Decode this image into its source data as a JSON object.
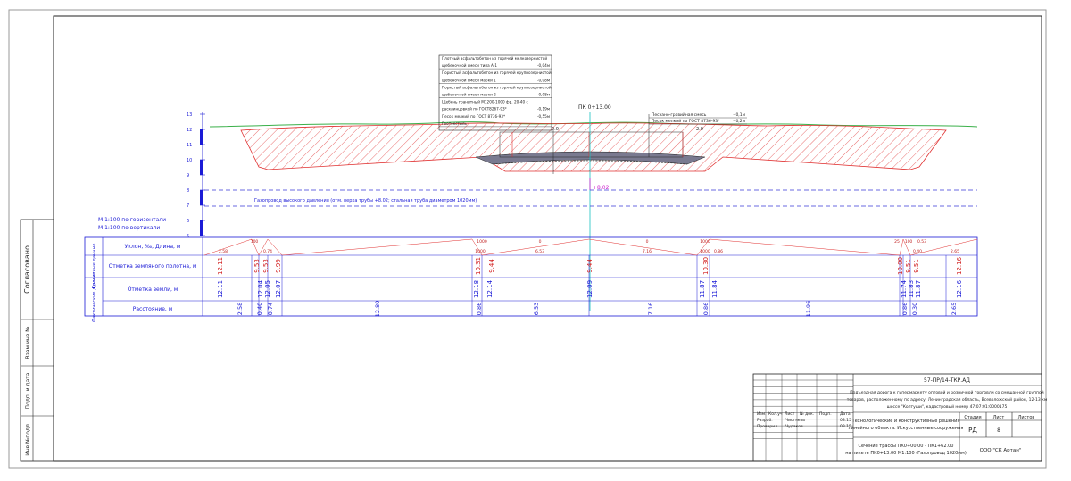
{
  "sheet": {
    "stamps": {
      "approved": "Согласовано",
      "replace_inv": "Взам.инв.№",
      "sign_date": "Подп. и дата",
      "inv_no": "Инв.№подл."
    }
  },
  "profile": {
    "label_mark": "ПК 0+13.00",
    "vertical_scale_ticks": [
      "13",
      "12",
      "11",
      "10",
      "9",
      "8",
      "7",
      "6",
      "5"
    ],
    "layer_legend": [
      {
        "name": "Плотный асфальтобетон из горячей мелкозернистой",
        "thickness": ""
      },
      {
        "name": "щебеночной смеси типа А-1",
        "thickness": "-0,04м"
      },
      {
        "name": "Пористый асфальтобетон из горячей крупнозернистой",
        "thickness": ""
      },
      {
        "name": "щебеночной смеси марки 1",
        "thickness": "-0,08м"
      },
      {
        "name": "Пористый асфальтобетон из горячей крупнозернистой",
        "thickness": ""
      },
      {
        "name": "щебеночной смеси марки 2",
        "thickness": "-0,08м"
      },
      {
        "name": "Щебень гранитный М1200-1000 фр. 20-40 с",
        "thickness": ""
      },
      {
        "name": "расклинцовкой по ГОСТ8267-93*",
        "thickness": "-0,19м"
      },
      {
        "name": "Песок мелкий по ГОСТ 8736-93*",
        "thickness": "-0,55м"
      },
      {
        "name": "Геотекстиль",
        "thickness": ""
      }
    ],
    "right_legend": [
      {
        "name": "Песчано-гравийная смесь",
        "thickness": "- 0,1м"
      },
      {
        "name": "Песок мелкий по ГОСТ 8736-93*",
        "thickness": "- 0,2м"
      }
    ],
    "gas_pipe_label": "Газопровод высокого давления (отм. верха трубы +8.02; стальная труба диаметром 1020мм)",
    "pipe_elevation": "+8.02",
    "scale_horizontal": "М 1:100 по горизонтали",
    "scale_vertical": "М 1:100 по вертикали"
  },
  "table": {
    "group_project": "Проектные данные",
    "group_actual": "Фактические данные",
    "rows": {
      "slope": "Уклон, ‰, Длина, м",
      "design_elev": "Отметка земляного полотна, м",
      "ground_elev": "Отметка земли, м",
      "distance": "Расстояние, м"
    },
    "slope_values": [
      "2.58",
      "100",
      "0.74",
      "1000",
      "1000",
      "0",
      "6.53",
      "0",
      "7.16",
      "1000",
      "1000",
      "0.86",
      "2.65",
      "25",
      "100",
      "0.40",
      "0.53"
    ],
    "design_elevations": [
      "12.11",
      "9.53",
      "9.53",
      "9.99",
      "10.31",
      "9.44",
      "9.44",
      "9.44",
      "10.30",
      "10.00",
      "9.51",
      "9.51",
      "12.16"
    ],
    "ground_elevations": [
      "12.11",
      "12.04",
      "12.05",
      "12.07",
      "12.18",
      "12.14",
      "12.09",
      "11.87",
      "11.84",
      "11.74",
      "11.83",
      "11.87",
      "12.16"
    ],
    "distances": [
      "2.58",
      "0.40",
      "0.74",
      "12.80",
      "0.86",
      "6.53",
      "7.16",
      "0.86",
      "11.96",
      "0.86",
      "0.30",
      "2.65"
    ]
  },
  "titleblock": {
    "code": "57-ПР/14-ТКР.АД",
    "project_desc": [
      "Подъездная дорога к гипермаркету оптовой и розничной торговли со смешанной группой",
      "товаров, расположенному по адресу: Ленинградская область, Всеволожский район, 12-13 км",
      "шоссе \"Колтуши\", кадастровый номер 47:07:01:0000175"
    ],
    "section_title": [
      "Технологические и конструктивные решения",
      "линейного объекта. Искусственные сооружения"
    ],
    "sheet_title": [
      "Сечение трассы ПК0+00.00 - ПК1+62.00",
      "на пикете ПК0+13.00 М1:100 (Газопровод 1020мм)"
    ],
    "headers": {
      "izm": "Изм.",
      "kol": "Кол.уч",
      "list": "Лист",
      "doc": "№ док.",
      "sign": "Подп.",
      "date": "Дата"
    },
    "people": [
      {
        "role": "Разраб.",
        "name": "Чистяков",
        "date": "08.15"
      },
      {
        "role": "Проверил",
        "name": "Чудаков",
        "date": "08.15"
      }
    ],
    "stage_header": "Стадия",
    "sheet_header": "Лист",
    "sheets_header": "Листов",
    "stage": "РД",
    "sheet_no": "8",
    "sheets_total": "",
    "company": "ООО \"СК Артан\""
  }
}
